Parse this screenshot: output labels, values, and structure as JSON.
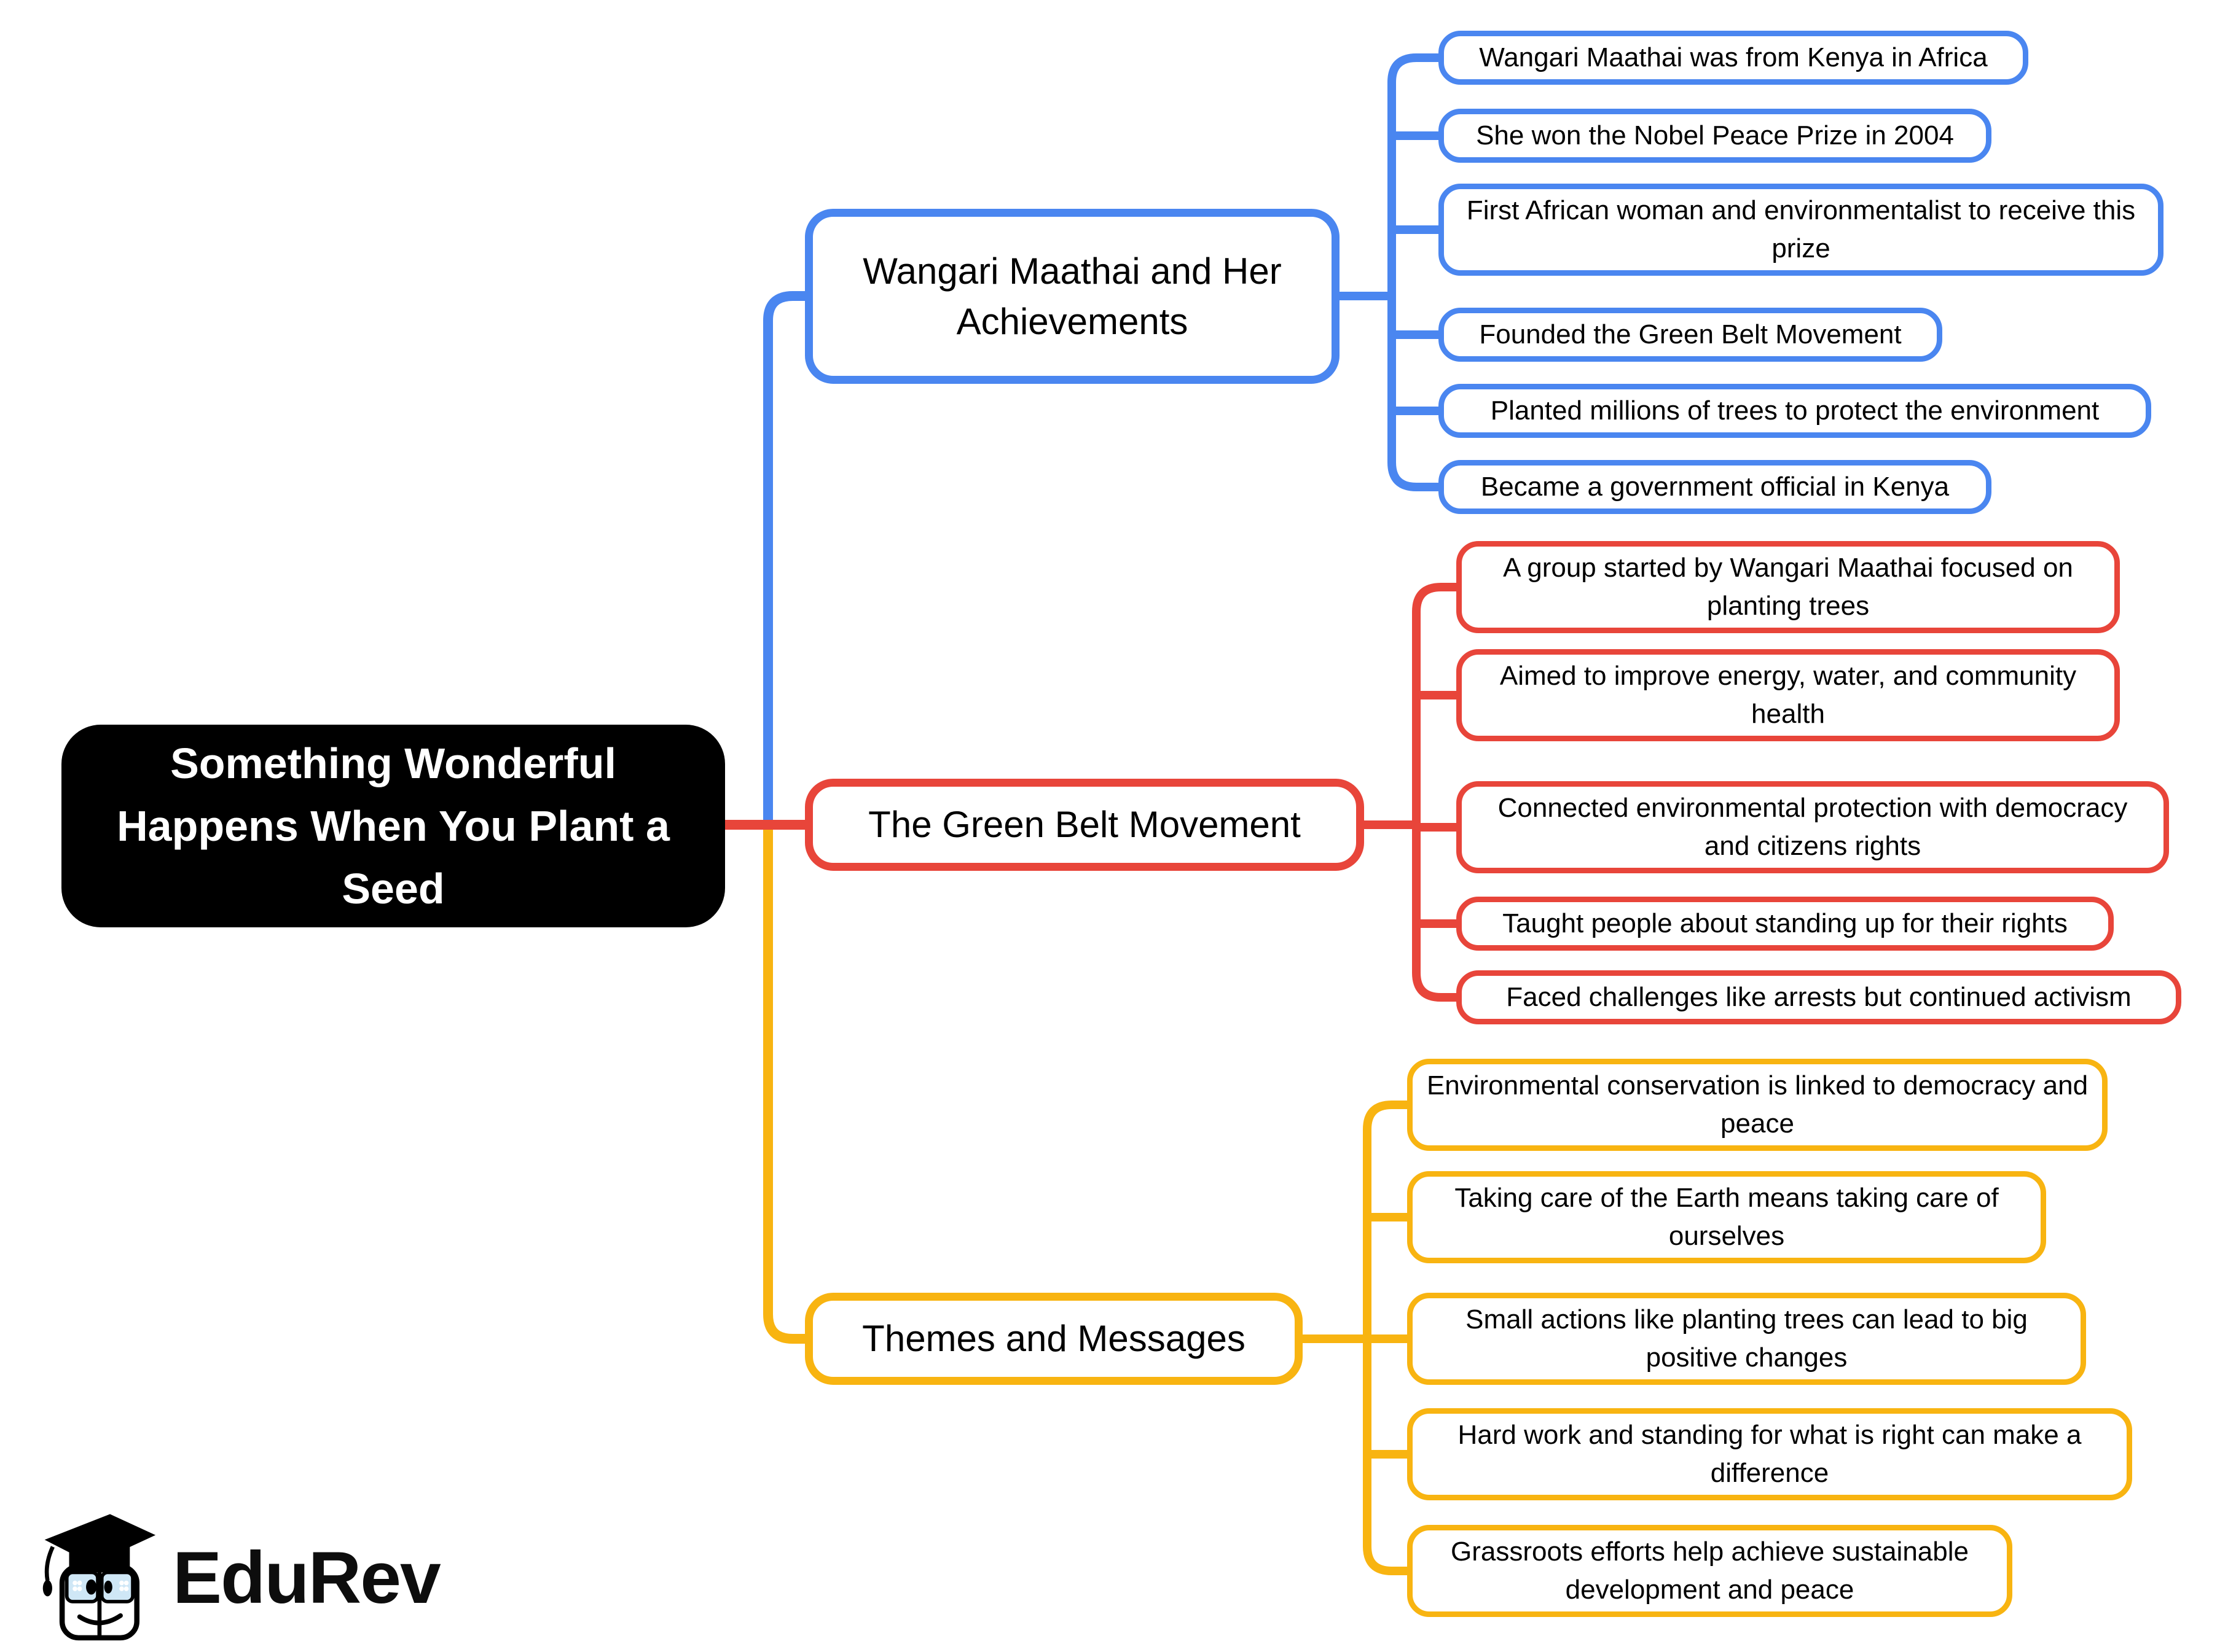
{
  "root": {
    "label": "Something Wonderful Happens When You Plant a Seed"
  },
  "branches": [
    {
      "label": "Wangari Maathai and Her Achievements",
      "color": "#4a86f0",
      "children": [
        {
          "label": "Wangari Maathai was from Kenya in Africa"
        },
        {
          "label": "She won the Nobel Peace Prize in 2004"
        },
        {
          "label": "First African woman and environmentalist to receive this prize"
        },
        {
          "label": "Founded the Green Belt Movement"
        },
        {
          "label": "Planted millions of trees to protect the environment"
        },
        {
          "label": "Became a government official in Kenya"
        }
      ]
    },
    {
      "label": "The Green Belt Movement",
      "color": "#e8453a",
      "children": [
        {
          "label": "A group started by Wangari Maathai focused on planting trees"
        },
        {
          "label": "Aimed to improve energy, water, and community health"
        },
        {
          "label": "Connected environmental protection with democracy and citizens rights"
        },
        {
          "label": "Taught people about standing up for their rights"
        },
        {
          "label": "Faced challenges like arrests but continued activism"
        }
      ]
    },
    {
      "label": "Themes and Messages",
      "color": "#f8b411",
      "children": [
        {
          "label": "Environmental conservation is linked to democracy and peace"
        },
        {
          "label": "Taking care of the Earth means taking care of ourselves"
        },
        {
          "label": "Small actions like planting trees can lead to big positive changes"
        },
        {
          "label": "Hard work and standing for what is right can make a difference"
        },
        {
          "label": "Grassroots efforts help achieve sustainable development and peace"
        }
      ]
    }
  ],
  "colors": {
    "center_bg": "#000000",
    "center_text": "#ffffff",
    "blue": "#4a86f0",
    "red": "#e8453a",
    "yellow": "#f8b411",
    "node_text": "#000000",
    "background": "#ffffff"
  },
  "logo": {
    "brand": "EduRev"
  }
}
